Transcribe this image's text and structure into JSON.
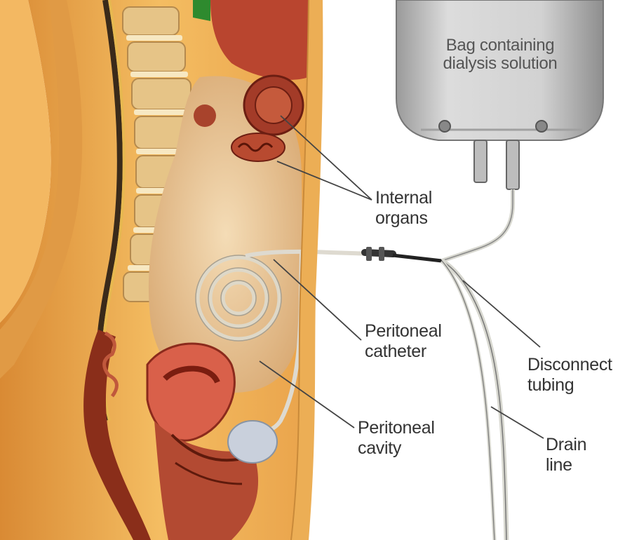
{
  "labels": {
    "bag": {
      "line1": "Bag containing",
      "line2": "dialysis solution"
    },
    "internal_organs": {
      "line1": "Internal",
      "line2": "organs"
    },
    "peritoneal_catheter": {
      "line1": "Peritoneal",
      "line2": "catheter"
    },
    "peritoneal_cavity": {
      "line1": "Peritoneal",
      "line2": "cavity"
    },
    "disconnect_tubing": {
      "line1": "Disconnect",
      "line2": "tubing"
    },
    "drain_line": {
      "line1": "Drain",
      "line2": "line"
    }
  },
  "colors": {
    "skin": "#f2b55c",
    "skin_dark": "#d98e3c",
    "spine": "#e8c98a",
    "organ_red": "#c9503a",
    "organ_dark": "#8a2a1c",
    "cavity": "#e9c79a",
    "bag": "#c8c8c8",
    "tube": "#d8d8d0",
    "leader": "#444444"
  }
}
